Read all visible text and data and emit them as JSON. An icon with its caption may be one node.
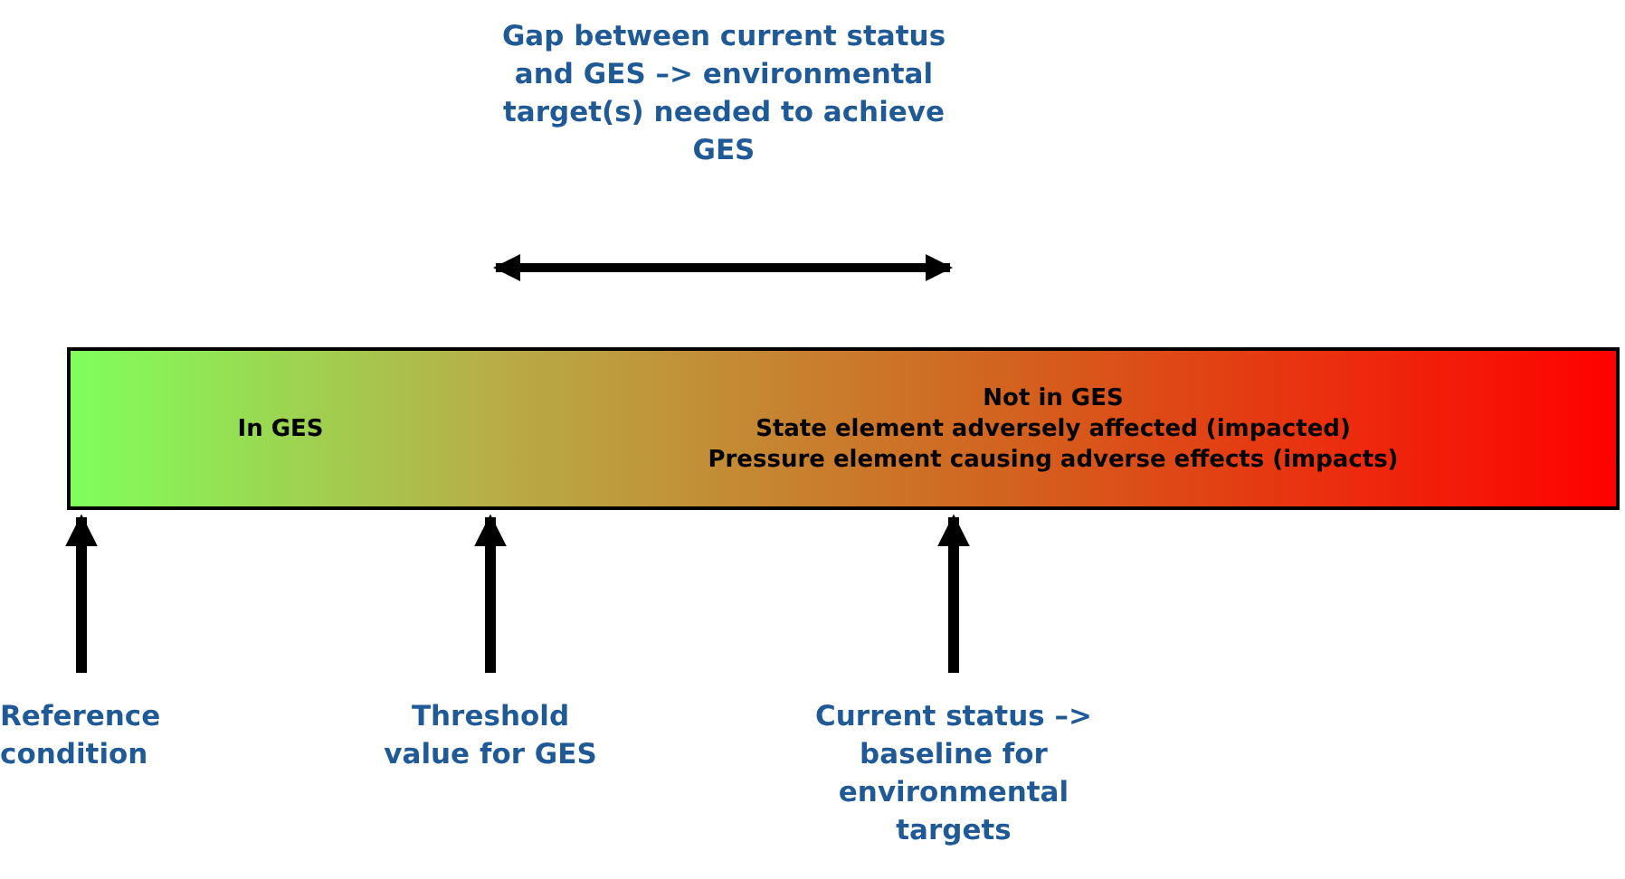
{
  "diagram": {
    "nodes": [
      {
        "text": [
          "In GES"
        ]
      },
      {
        "text": [
          "Not in GES",
          "State element adversely affected (impacted)",
          "Pressure element causing adverse effects (impacts)"
        ]
      },
      {
        "text": [
          "Reference condition"
        ]
      },
      {
        "text": [
          "Threshold value for GES"
        ]
      },
      {
        "text": [
          "Current status –> baseline for environmental targets"
        ]
      }
    ],
    "edges": [
      {
        "from": 2,
        "to": 0,
        "arrow": "to"
      },
      {
        "from": 3,
        "to": 1,
        "arrow": "to"
      },
      {
        "from": 4,
        "to": 1,
        "arrow": "to"
      }
    ],
    "labels": [
      "Gap between current status and GES –> environmental target(s) needed to achieve GES"
    ]
  }
}
